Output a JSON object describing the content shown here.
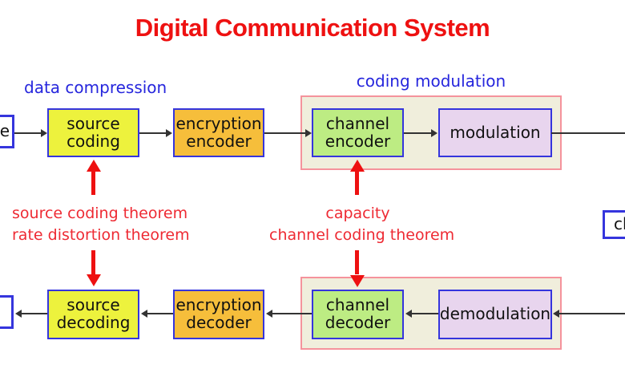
{
  "title": "Digital Communication System",
  "section_labels": {
    "data_compression": "data compression",
    "coding_modulation": "coding modulation"
  },
  "blocks": {
    "source_partial": {
      "label": "e"
    },
    "source_coding": {
      "line1": "source",
      "line2": "coding"
    },
    "encryption_encoder": {
      "line1": "encryption",
      "line2": "encoder"
    },
    "channel_encoder": {
      "line1": "channel",
      "line2": "encoder"
    },
    "modulation": {
      "label": "modulation"
    },
    "channel_partial": {
      "label": "ch"
    },
    "demodulation": {
      "label": "demodulation"
    },
    "channel_decoder": {
      "line1": "channel",
      "line2": "decoder"
    },
    "encryption_decoder": {
      "line1": "encryption",
      "line2": "decoder"
    },
    "source_decoding": {
      "line1": "source",
      "line2": "decoding"
    },
    "sink_partial": {
      "label": ""
    }
  },
  "annotations": {
    "source_theorem_line1": "source coding theorem",
    "source_theorem_line2": "rate distortion theorem",
    "channel_theorem_line1": "capacity",
    "channel_theorem_line2": "channel coding theorem"
  },
  "colors": {
    "title_red": "#ee1111",
    "annotation_red": "#ee2a33",
    "label_blue": "#2626dd",
    "box_border_blue": "#3535dd",
    "source_coding_fill": "#edf23d",
    "encryption_fill": "#f6be3b",
    "channel_fill": "#bdec83",
    "modulation_fill": "#e8d5ee",
    "group_fill": "#f0eedc",
    "group_border_pink": "#f5939c",
    "arrow_red": "#ee1111",
    "line_black": "#333333"
  }
}
